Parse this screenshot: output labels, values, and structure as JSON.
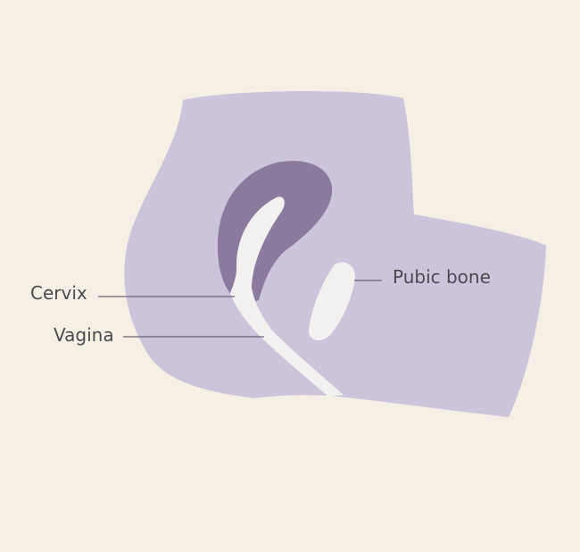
{
  "colors": {
    "background": "#f5efe5",
    "body": "#cbc4da",
    "uterus": "#8a7a9e",
    "cavity": "#f3f1ef",
    "leader_line": "#6d6575",
    "label_text": "#4a4a4f"
  },
  "labels": {
    "cervix": "Cervix",
    "vagina": "Vagina",
    "pubic_bone": "Pubic bone"
  }
}
